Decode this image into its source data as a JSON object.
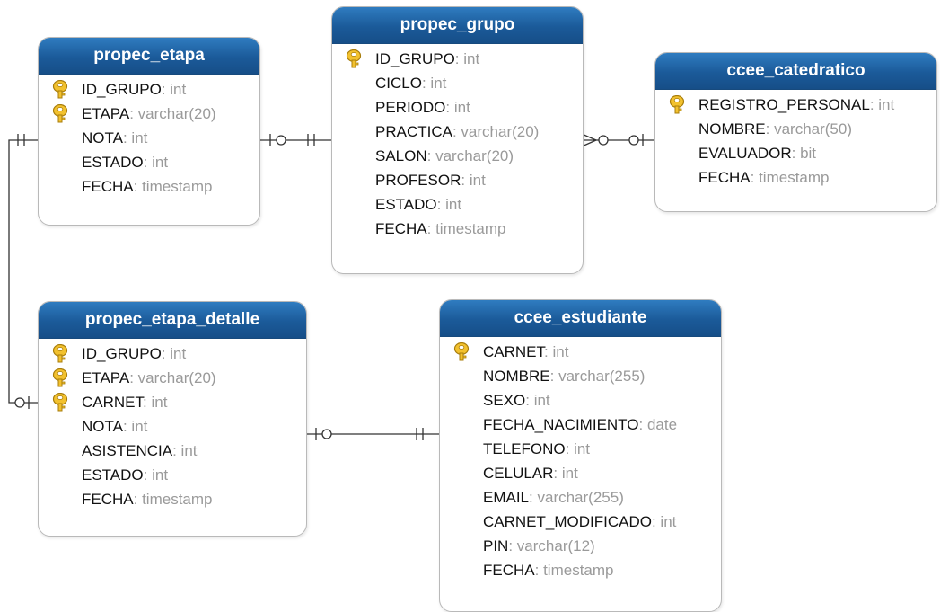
{
  "entities": [
    {
      "name": "propec_etapa",
      "fields": [
        {
          "name": "ID_GRUPO",
          "type": "int",
          "key": true
        },
        {
          "name": "ETAPA",
          "type": "varchar(20)",
          "key": true
        },
        {
          "name": "NOTA",
          "type": "int",
          "key": false
        },
        {
          "name": "ESTADO",
          "type": "int",
          "key": false
        },
        {
          "name": "FECHA",
          "type": "timestamp",
          "key": false
        }
      ]
    },
    {
      "name": "propec_grupo",
      "fields": [
        {
          "name": "ID_GRUPO",
          "type": "int",
          "key": true
        },
        {
          "name": "CICLO",
          "type": "int",
          "key": false
        },
        {
          "name": "PERIODO",
          "type": "int",
          "key": false
        },
        {
          "name": "PRACTICA",
          "type": "varchar(20)",
          "key": false
        },
        {
          "name": "SALON",
          "type": "varchar(20)",
          "key": false
        },
        {
          "name": "PROFESOR",
          "type": "int",
          "key": false
        },
        {
          "name": "ESTADO",
          "type": "int",
          "key": false
        },
        {
          "name": "FECHA",
          "type": "timestamp",
          "key": false
        }
      ]
    },
    {
      "name": "ccee_catedratico",
      "fields": [
        {
          "name": "REGISTRO_PERSONAL",
          "type": "int",
          "key": true
        },
        {
          "name": "NOMBRE",
          "type": "varchar(50)",
          "key": false
        },
        {
          "name": "EVALUADOR",
          "type": "bit",
          "key": false
        },
        {
          "name": "FECHA",
          "type": "timestamp",
          "key": false
        }
      ]
    },
    {
      "name": "propec_etapa_detalle",
      "fields": [
        {
          "name": "ID_GRUPO",
          "type": "int",
          "key": true
        },
        {
          "name": "ETAPA",
          "type": "varchar(20)",
          "key": true
        },
        {
          "name": "CARNET",
          "type": "int",
          "key": true
        },
        {
          "name": "NOTA",
          "type": "int",
          "key": false
        },
        {
          "name": "ASISTENCIA",
          "type": "int",
          "key": false
        },
        {
          "name": "ESTADO",
          "type": "int",
          "key": false
        },
        {
          "name": "FECHA",
          "type": "timestamp",
          "key": false
        }
      ]
    },
    {
      "name": "ccee_estudiante",
      "fields": [
        {
          "name": "CARNET",
          "type": "int",
          "key": true
        },
        {
          "name": "NOMBRE",
          "type": "varchar(255)",
          "key": false
        },
        {
          "name": "SEXO",
          "type": "int",
          "key": false
        },
        {
          "name": "FECHA_NACIMIENTO",
          "type": "date",
          "key": false
        },
        {
          "name": "TELEFONO",
          "type": "int",
          "key": false
        },
        {
          "name": "CELULAR",
          "type": "int",
          "key": false
        },
        {
          "name": "EMAIL",
          "type": "varchar(255)",
          "key": false
        },
        {
          "name": "CARNET_MODIFICADO",
          "type": "int",
          "key": false
        },
        {
          "name": "PIN",
          "type": "varchar(12)",
          "key": false
        },
        {
          "name": "FECHA",
          "type": "timestamp",
          "key": false
        }
      ]
    }
  ],
  "relationships": [
    {
      "from": "propec_etapa",
      "to": "propec_grupo",
      "from_end": "zero-or-one",
      "to_end": "exactly-one"
    },
    {
      "from": "propec_grupo",
      "to": "ccee_catedratico",
      "from_end": "zero-or-many",
      "to_end": "zero-or-one"
    },
    {
      "from": "propec_etapa",
      "to": "propec_etapa_detalle",
      "from_end": "exactly-one",
      "to_end": "zero-or-one"
    },
    {
      "from": "propec_etapa_detalle",
      "to": "ccee_estudiante",
      "from_end": "zero-or-one",
      "to_end": "exactly-one"
    }
  ]
}
